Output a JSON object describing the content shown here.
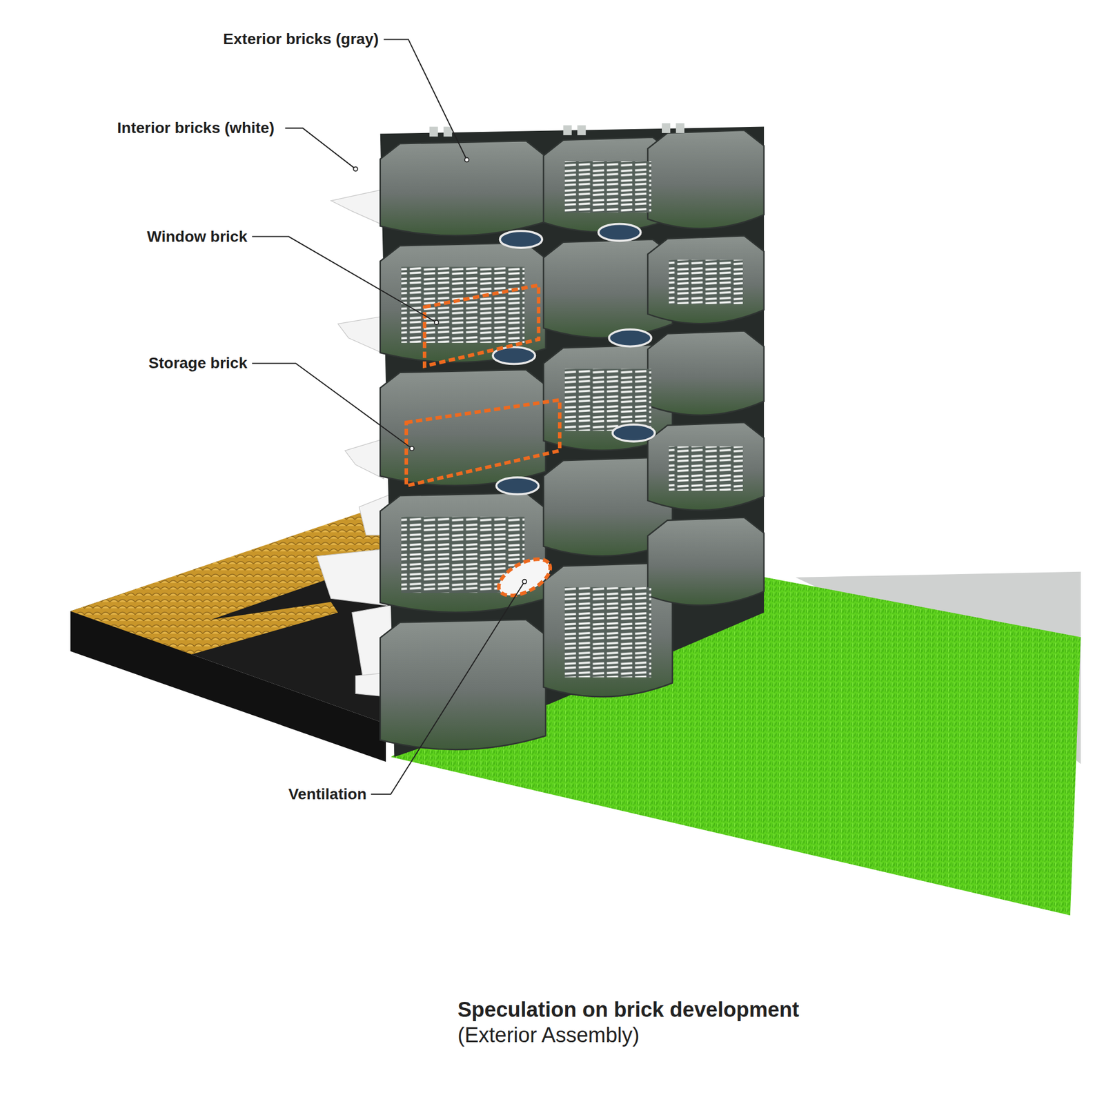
{
  "diagram": {
    "title": "Speculation on brick development",
    "caption": "(Exterior Assembly)",
    "labels": [
      "Exterior bricks (gray)",
      "Interior bricks (white)",
      "Window brick",
      "Storage brick",
      "Ventilation"
    ]
  }
}
